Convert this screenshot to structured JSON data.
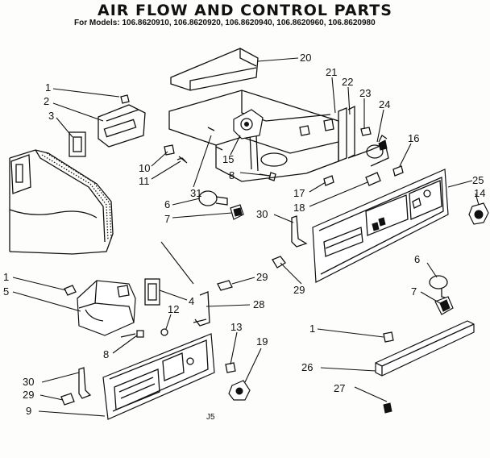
{
  "title": "AIR FLOW AND CONTROL PARTS",
  "models": "For Models: 106.8620910, 106.8620920, 106.8620940, 106.8620960, 106.8620980",
  "figure_code": "J5",
  "callouts": [
    {
      "id": "c1a",
      "text": "1"
    },
    {
      "id": "c2",
      "text": "2"
    },
    {
      "id": "c3",
      "text": "3"
    },
    {
      "id": "c10",
      "text": "10"
    },
    {
      "id": "c11",
      "text": "11"
    },
    {
      "id": "c20",
      "text": "20"
    },
    {
      "id": "c21",
      "text": "21"
    },
    {
      "id": "c22",
      "text": "22"
    },
    {
      "id": "c23",
      "text": "23"
    },
    {
      "id": "c24",
      "text": "24"
    },
    {
      "id": "c16",
      "text": "16"
    },
    {
      "id": "c15",
      "text": "15"
    },
    {
      "id": "c8a",
      "text": "8"
    },
    {
      "id": "c31",
      "text": "31"
    },
    {
      "id": "c6a",
      "text": "6"
    },
    {
      "id": "c7a",
      "text": "7"
    },
    {
      "id": "c17",
      "text": "17"
    },
    {
      "id": "c18",
      "text": "18"
    },
    {
      "id": "c25",
      "text": "25"
    },
    {
      "id": "c14",
      "text": "14"
    },
    {
      "id": "c30a",
      "text": "30"
    },
    {
      "id": "c29a",
      "text": "29"
    },
    {
      "id": "c29b",
      "text": "29"
    },
    {
      "id": "c1b",
      "text": "1"
    },
    {
      "id": "c5",
      "text": "5"
    },
    {
      "id": "c4",
      "text": "4"
    },
    {
      "id": "c28",
      "text": "28"
    },
    {
      "id": "c12",
      "text": "12"
    },
    {
      "id": "c8b",
      "text": "8"
    },
    {
      "id": "c13",
      "text": "13"
    },
    {
      "id": "c19",
      "text": "19"
    },
    {
      "id": "c6b",
      "text": "6"
    },
    {
      "id": "c7b",
      "text": "7"
    },
    {
      "id": "c1c",
      "text": "1"
    },
    {
      "id": "c26",
      "text": "26"
    },
    {
      "id": "c27",
      "text": "27"
    },
    {
      "id": "c30b",
      "text": "30"
    },
    {
      "id": "c29c",
      "text": "29"
    },
    {
      "id": "c9",
      "text": "9"
    }
  ]
}
